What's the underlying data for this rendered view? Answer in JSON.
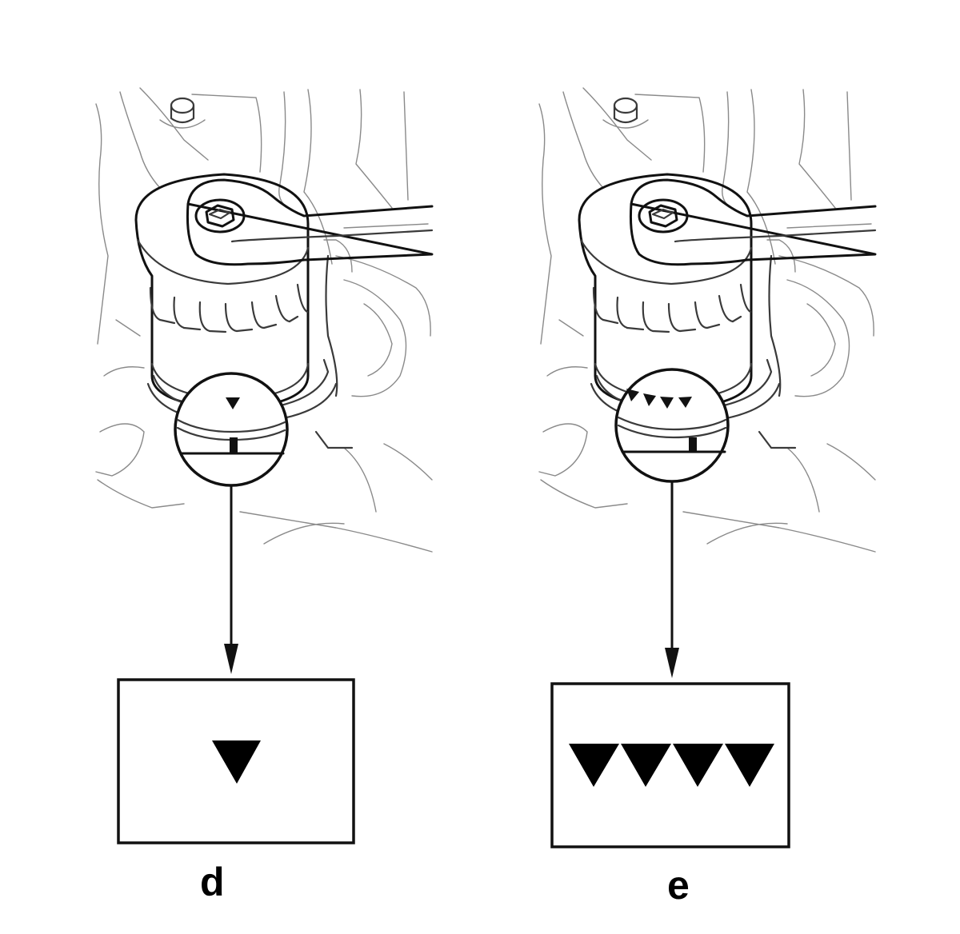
{
  "figure": {
    "panels": [
      {
        "id": "d",
        "label": "d",
        "mark_count": 1
      },
      {
        "id": "e",
        "label": "e",
        "mark_count": 4
      }
    ],
    "icons": [
      "oil-filter-icon",
      "filter-wrench-icon",
      "mark-triangle-icon",
      "arrow-down-icon"
    ],
    "colors": {
      "line": "#111111",
      "background": "#ffffff"
    }
  }
}
